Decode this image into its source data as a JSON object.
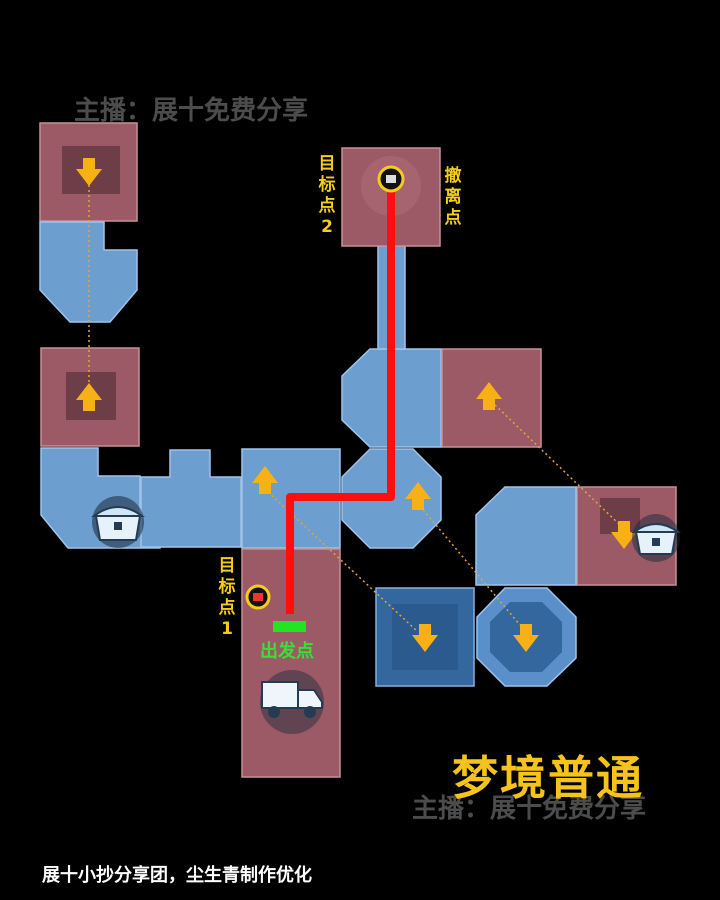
{
  "watermark_top": "主播：展十免费分享",
  "watermark_bottom": "主播：展十免费分享",
  "labels": {
    "target_2": "目标点2",
    "evac": "撤离点",
    "target_1": "目标点1",
    "start": "出发点"
  },
  "mode_title": "梦境普通",
  "credits": "展十小抄分享团，尘生青制作优化",
  "colors": {
    "background": "#000000",
    "room_red": "#9b5a66",
    "room_blue": "#6d9ed0",
    "room_blue_dark": "#34679e",
    "route": "#ff0e0e",
    "arrow": "#f7b116",
    "start_marker": "#22e422",
    "label_yellow": "#f4cc1a",
    "label_green": "#38e038"
  },
  "icons": [
    "down-arrow-icon",
    "up-arrow-icon",
    "target-marker-icon",
    "treasure-chest-icon",
    "delivery-truck-icon",
    "start-marker-icon"
  ]
}
